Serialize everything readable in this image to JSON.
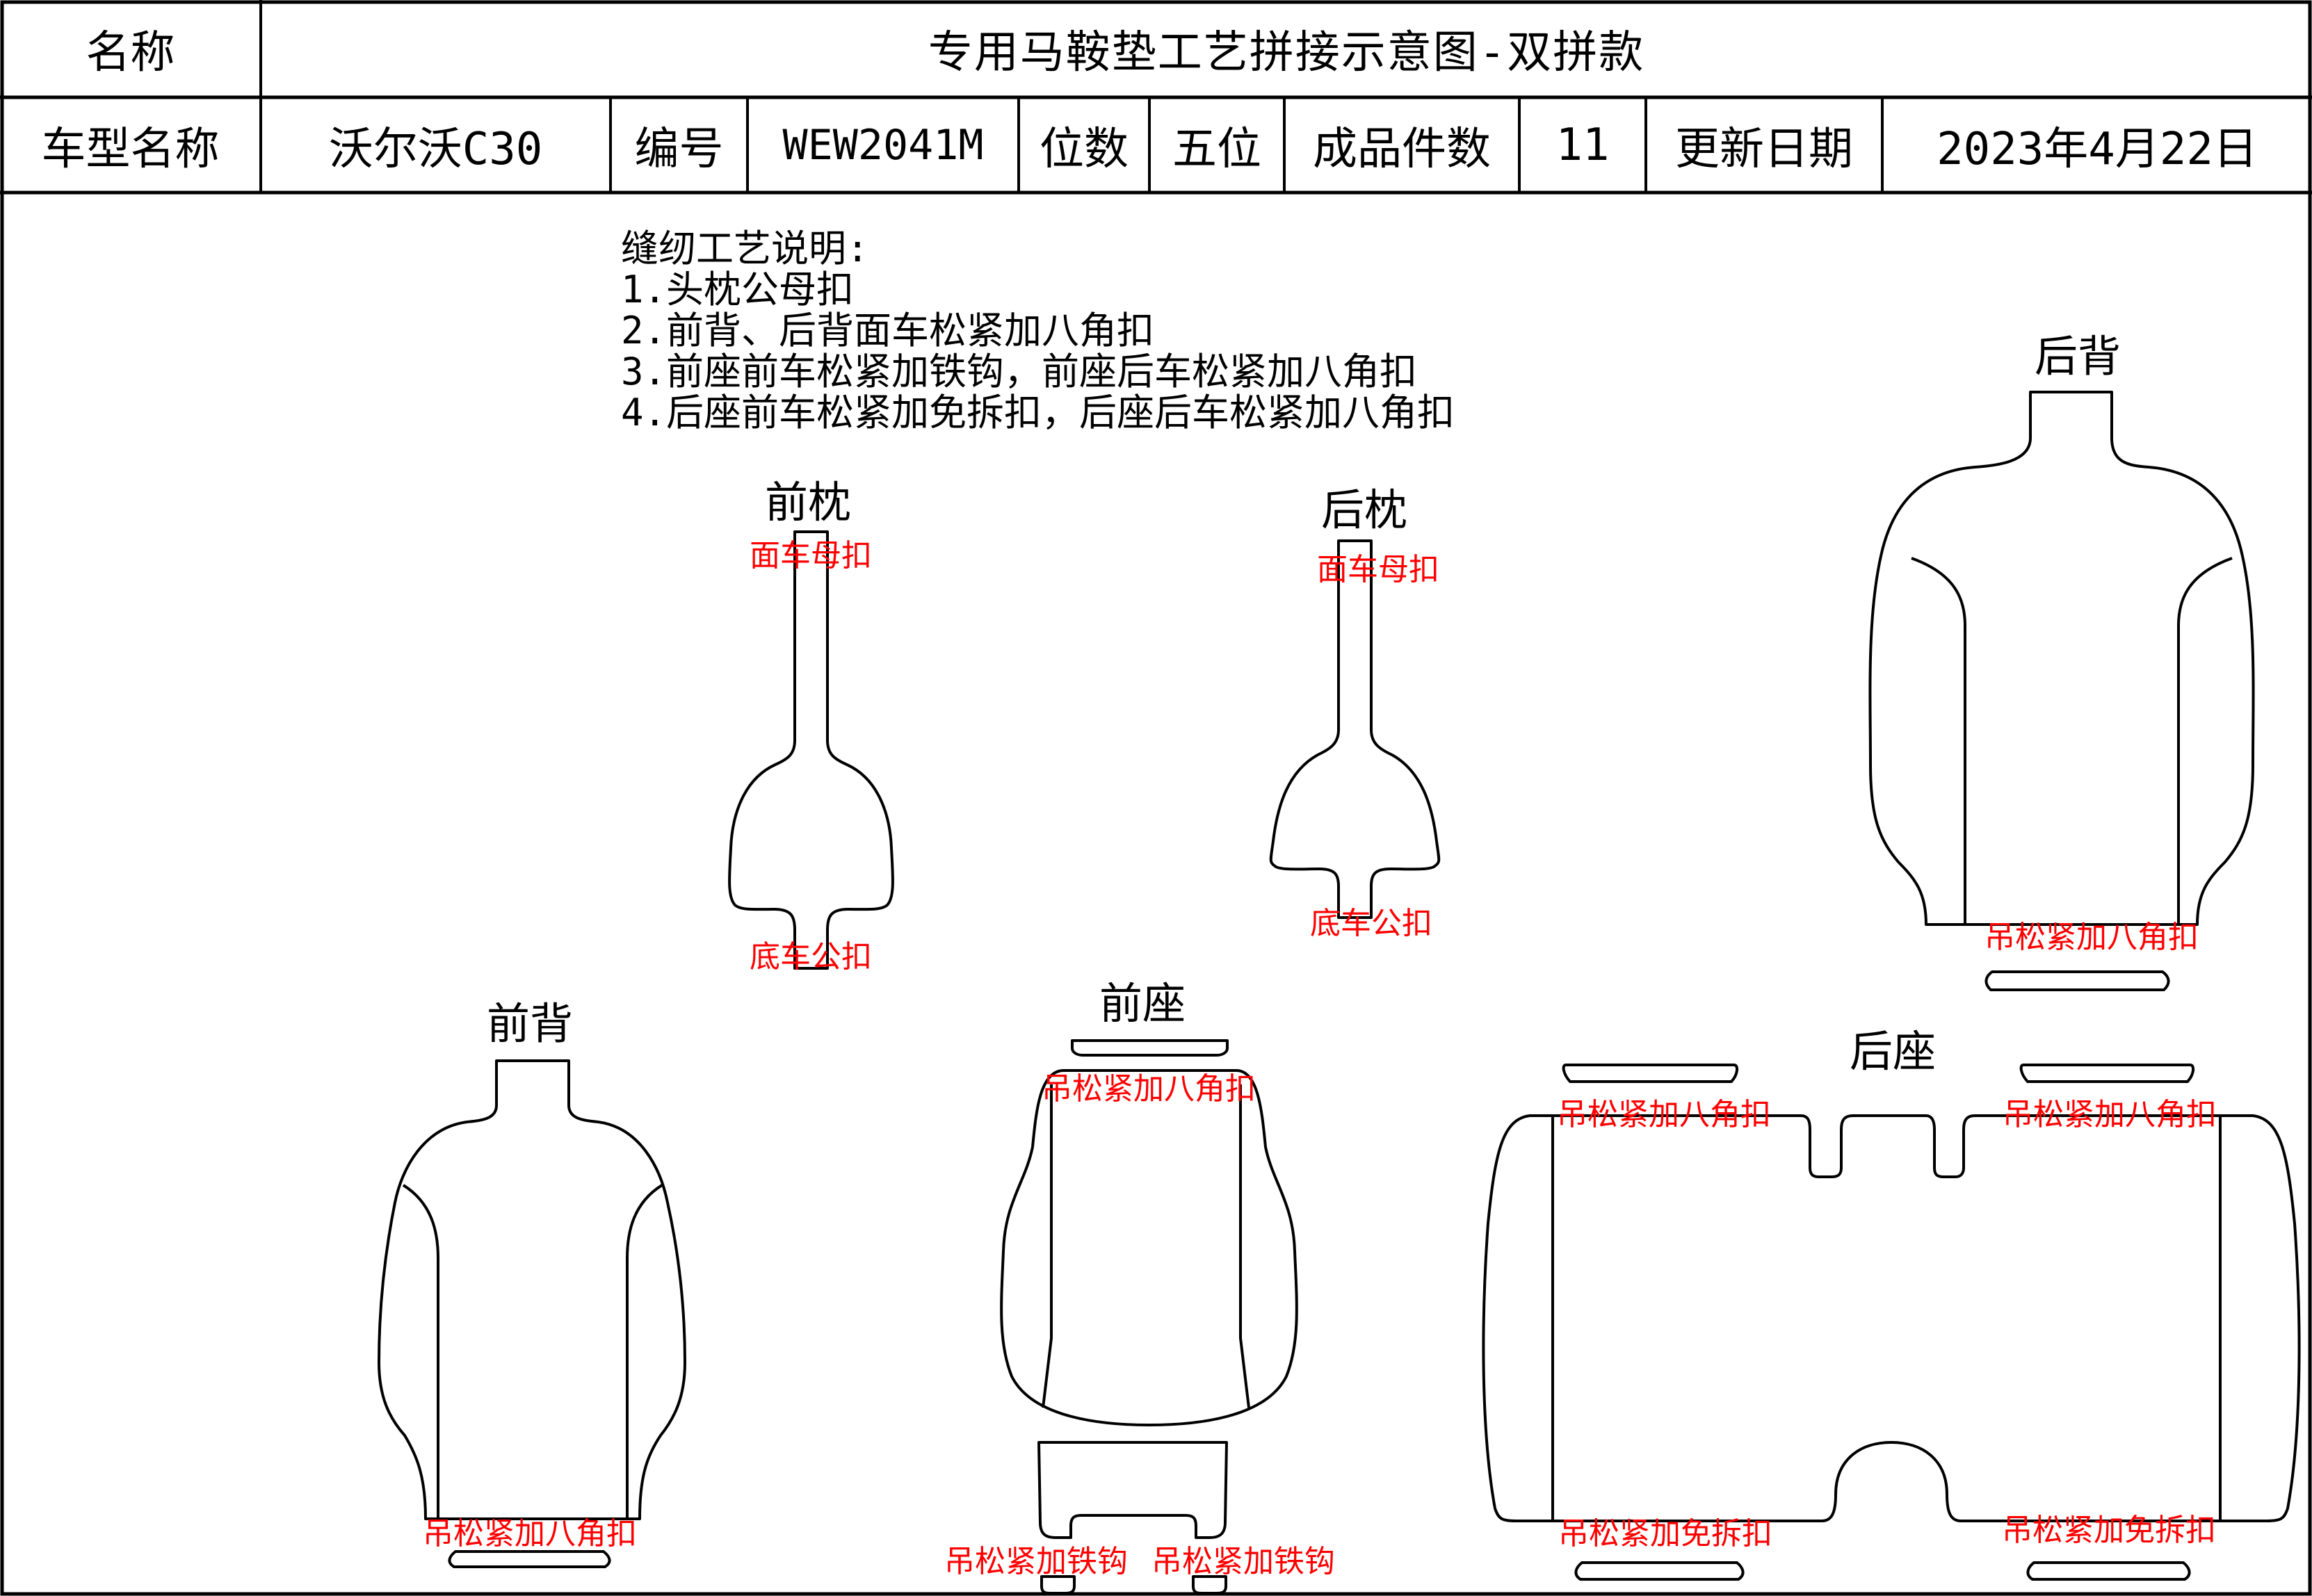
{
  "header": {
    "name_label": "名称",
    "title": "专用马鞍垫工艺拼接示意图-双拼款",
    "model_label": "车型名称",
    "model_value": "沃尔沃C30",
    "code_label": "编号",
    "code_value": "WEW2041M",
    "seats_label": "位数",
    "seats_value": "五位",
    "pieces_label": "成品件数",
    "pieces_value": "11",
    "date_label": "更新日期",
    "date_value": "2023年4月22日"
  },
  "notes": {
    "heading": "缝纫工艺说明:",
    "items": [
      "1.头枕公母扣",
      "2.前背、后背面车松紧加八角扣",
      "3.前座前车松紧加铁钩，前座后车松紧加八角扣",
      "4.后座前车松紧加免拆扣，后座后车松紧加八角扣"
    ]
  },
  "parts": {
    "front_headrest": {
      "title": "前枕",
      "top_label": "面车母扣",
      "bottom_label": "底车公扣"
    },
    "rear_headrest": {
      "title": "后枕",
      "top_label": "面车母扣",
      "bottom_label": "底车公扣"
    },
    "rear_back": {
      "title": "后背",
      "bottom_label": "吊松紧加八角扣"
    },
    "front_back": {
      "title": "前背",
      "bottom_label": "吊松紧加八角扣"
    },
    "front_seat": {
      "title": "前座",
      "top_label": "吊松紧加八角扣",
      "bottom_left_label": "吊松紧加铁钩",
      "bottom_right_label": "吊松紧加铁钩"
    },
    "rear_seat": {
      "title": "后座",
      "top_left_label": "吊松紧加八角扣",
      "top_right_label": "吊松紧加八角扣",
      "bottom_left_label": "吊松紧加免拆扣",
      "bottom_right_label": "吊松紧加免拆扣"
    }
  },
  "colors": {
    "annotation": "#ff0000",
    "line": "#000000"
  }
}
